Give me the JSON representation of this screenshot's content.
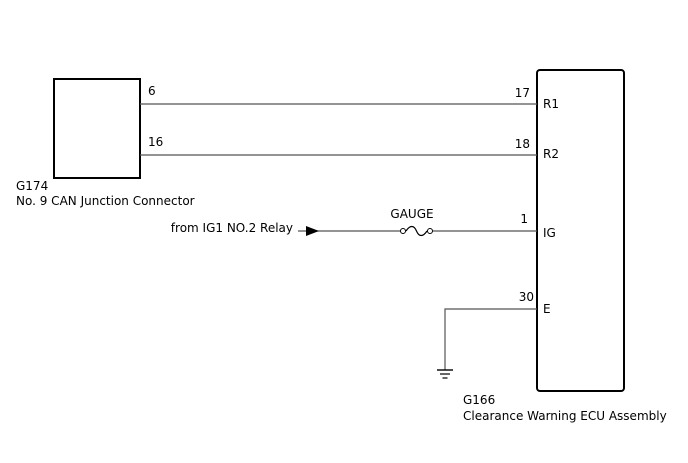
{
  "connector": {
    "code": "G174",
    "name": "No. 9 CAN Junction Connector"
  },
  "ecu": {
    "code": "G166",
    "name": "Clearance Warning ECU Assembly"
  },
  "wires": [
    {
      "left_pin": "6",
      "right_pin": "17",
      "terminal": "R1"
    },
    {
      "left_pin": "16",
      "right_pin": "18",
      "terminal": "R2"
    }
  ],
  "power": {
    "source": "from IG1 NO.2 Relay",
    "fuse": "GAUGE",
    "pin": "1",
    "terminal": "IG"
  },
  "ground": {
    "pin": "30",
    "terminal": "E"
  },
  "icons": [
    "arrow-right-icon",
    "fuse-icon",
    "ground-icon"
  ]
}
